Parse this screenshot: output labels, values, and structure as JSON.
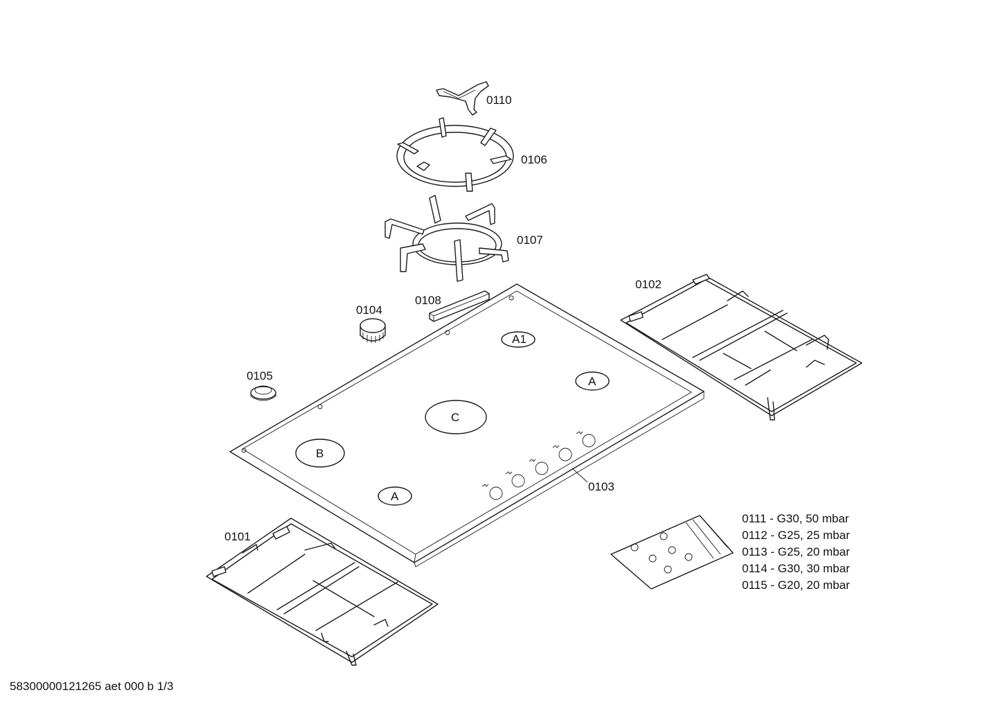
{
  "labels": {
    "p0110": "0110",
    "p0106": "0106",
    "p0107": "0107",
    "p0108": "0108",
    "p0104": "0104",
    "p0105": "0105",
    "p0102": "0102",
    "p0103": "0103",
    "p0101": "0101"
  },
  "zones": {
    "a1": "A1",
    "a_right": "A",
    "c": "C",
    "b": "B",
    "a_front": "A"
  },
  "gas_list": [
    "0111 - G30, 50 mbar",
    "0112 - G25, 25 mbar",
    "0113 - G25, 20 mbar",
    "0114 - G30, 30 mbar",
    "0115 - G20, 20 mbar"
  ],
  "footer": "58300000121265 aet 000 b 1/3"
}
